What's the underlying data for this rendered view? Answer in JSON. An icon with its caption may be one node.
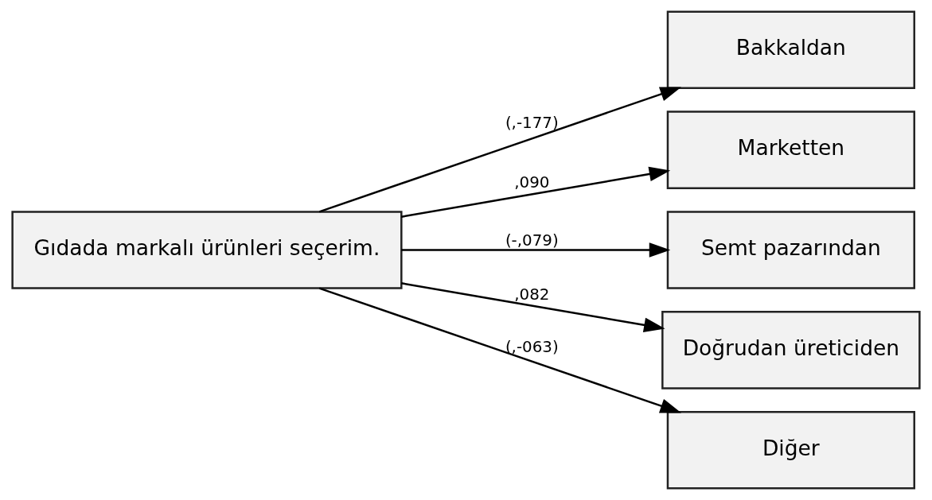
{
  "diagram": {
    "nodes": [
      {
        "text": [
          "Gıdada markalı ürünleri seçerim."
        ]
      },
      {
        "text": [
          "Bakkaldan"
        ]
      },
      {
        "text": [
          "Marketten"
        ]
      },
      {
        "text": [
          "Semt pazarından"
        ]
      },
      {
        "text": [
          "Doğrudan üreticiden"
        ]
      },
      {
        "text": [
          "Diğer"
        ]
      }
    ],
    "edges": [
      {
        "from": 0,
        "to": 1,
        "arrow": "to",
        "label": "(,-177)"
      },
      {
        "from": 0,
        "to": 2,
        "arrow": "to",
        "label": ",090"
      },
      {
        "from": 0,
        "to": 3,
        "arrow": "to",
        "label": "(-,079)"
      },
      {
        "from": 0,
        "to": 4,
        "arrow": "to",
        "label": ",082"
      },
      {
        "from": 0,
        "to": 5,
        "arrow": "to",
        "label": "(,-063)"
      }
    ]
  }
}
